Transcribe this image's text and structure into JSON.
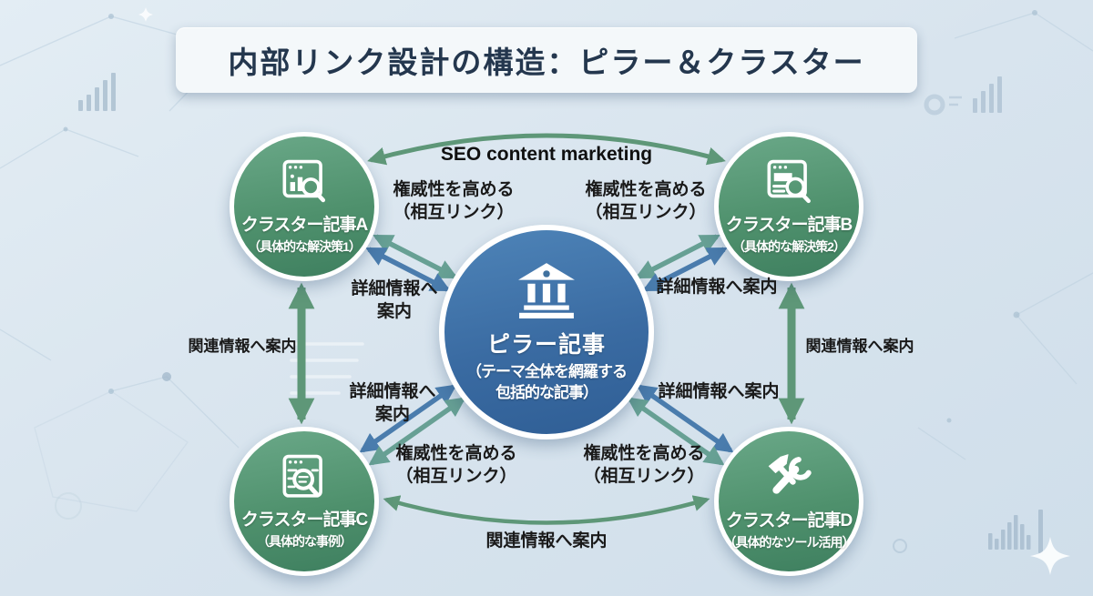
{
  "title": "内部リンク設計の構造：ピラー＆クラスター",
  "center": {
    "icon": "bank-icon",
    "name": "ピラー記事",
    "subtitle_line1": "（テーマ全体を網羅する",
    "subtitle_line2": "包括的な記事）"
  },
  "clusters": [
    {
      "name": "クラスター記事A",
      "subtitle": "（具体的な解決策1）",
      "icon": "analytics-search-icon"
    },
    {
      "name": "クラスター記事B",
      "subtitle": "（具体的な解決策2）",
      "icon": "article-search-icon"
    },
    {
      "name": "クラスター記事C",
      "subtitle": "（具体的な事例）",
      "icon": "page-search-icon"
    },
    {
      "name": "クラスター記事D",
      "subtitle": "（具体的なツール活用）",
      "icon": "tools-icon"
    }
  ],
  "labels": {
    "top_link": "SEO content marketing",
    "bottom_link": "関連情報へ案内",
    "left_link": "関連情報へ案内",
    "right_link": "関連情報へ案内",
    "authority_line1": "権威性を高める",
    "authority_line2": "（相互リンク）",
    "detail_line1": "詳細情報へ",
    "detail_line2": "案内",
    "detail_single": "詳細情報へ案内"
  },
  "colors": {
    "background": "#d8e4ee",
    "title_bar_bg": "#f4f8fa",
    "title_text": "#24374e",
    "pillar_top": "#4e84b8",
    "pillar_bottom": "#2f5e95",
    "cluster_top": "#6aa888",
    "cluster_bottom": "#3e7f5f",
    "arrow_green": "#5e9778",
    "arrow_teal": "#67a094",
    "arrow_blue": "#4a7cad",
    "label_text": "#1a1a1a"
  }
}
